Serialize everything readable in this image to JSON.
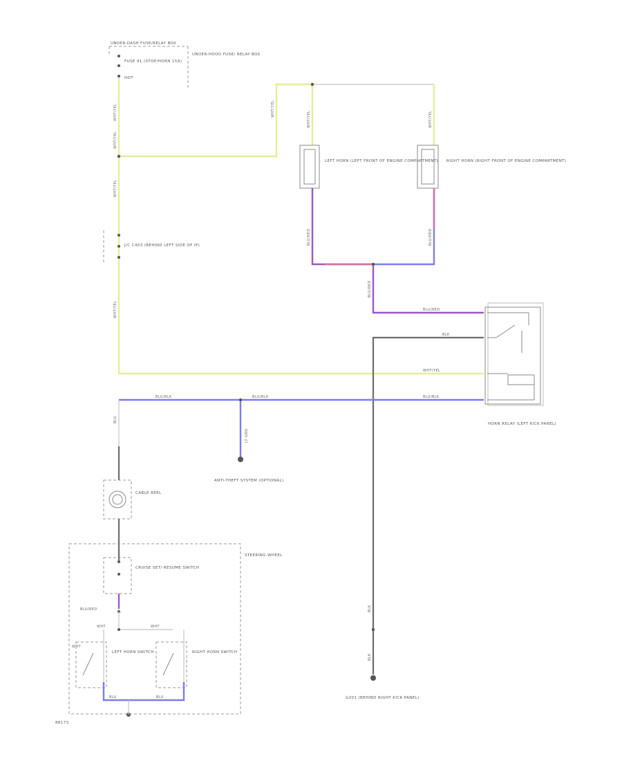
{
  "labels": {
    "fuse_panel": "UNDER-DASH FUSE/RELAY BOX",
    "underhood_box": "UNDER-HOOD FUSE/ RELAY BOX",
    "fuse": "FUSE 41 (STOP/HORN 15A)",
    "hot": "HOT",
    "left_horn": "LEFT HORN (LEFT FRONT OF ENGINE COMPARTMENT)",
    "right_horn": "RIGHT HORN (RIGHT FRONT OF ENGINE COMPARTMENT)",
    "junction": "J/C C403 (BEHIND LEFT SIDE OF IP)",
    "horn_relay": "HORN RELAY (LEFT KICK PANEL)",
    "anti_theft": "ANTI-THEFT SYSTEM (OPTIONAL)",
    "cable_reel": "CABLE REEL",
    "steering_wheel": "STEERING WHEEL",
    "cruise_switch": "CRUISE SET/ RESUME SWITCH",
    "left_horn_switch": "LEFT HORN SWITCH",
    "right_horn_switch": "RIGHT HORN SWITCH",
    "ground": "G201 (BEHIND RIGHT KICK PANEL)",
    "figure_id": "88173"
  },
  "wires": {
    "wht_yel": "WHT/YEL",
    "blu_red": "BLU/RED",
    "blk": "BLK",
    "blu_blk": "BLU/BLK",
    "lt_grn": "LT GRN",
    "blu": "BLU",
    "wht": "WHT"
  },
  "colors": {
    "wht_yel": "#e8ec9a",
    "blu": "#7b7bf0",
    "pur": "#9b56c8",
    "red": "#d9709b",
    "blk": "#6c6c6c"
  }
}
